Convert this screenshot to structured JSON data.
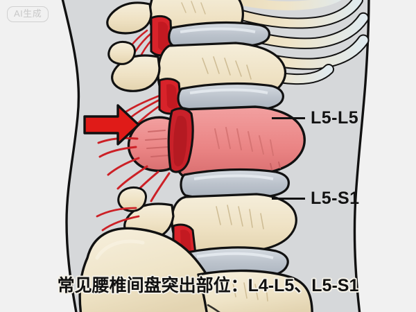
{
  "illustration": {
    "title_caption": "常见腰椎间盘突出部位：L4-L5、L5-S1",
    "subject": "lumbar-spine-disc-herniation-lateral-view",
    "watermark": "AI生成"
  },
  "labels": [
    {
      "id": "upper",
      "text": "L5-L5",
      "leader": "leader-line"
    },
    {
      "id": "lower",
      "text": "L5-S1",
      "leader": "leader-line"
    }
  ],
  "annotations": {
    "arrow": "red-arrow-pointing-right",
    "arrow_target": "herniated-disc"
  },
  "colors": {
    "background_outside_body": "#F1F1F1",
    "body_fill": "#D6D8DA",
    "body_outline": "#111111",
    "bone": "#EFE2C4",
    "bone_shadow": "#E2D2AE",
    "bone_light": "#F6EEDA",
    "cartilage_disc": "#B9C0C9",
    "cartilage_disc_light": "#D3D9DF",
    "herniated_disc": "#EE8A8A",
    "herniated_disc_dark": "#D96F70",
    "nerve_red": "#D8232A",
    "nerve_root": "#CC2026",
    "arrow_red": "#E01B18",
    "label_text": "#121212",
    "caption_text": "#111111",
    "caption_stroke": "#F4F1E8"
  },
  "structures": [
    {
      "name": "rib",
      "count": 6,
      "material": "bone-and-cartilage"
    },
    {
      "name": "vertebra",
      "count": 5,
      "material": "bone"
    },
    {
      "name": "intervertebral-disc-normal",
      "count": 4,
      "material": "cartilage"
    },
    {
      "name": "herniated-disc",
      "count": 1,
      "material": "disc-bulge"
    },
    {
      "name": "spinal-canal-segment",
      "count": 4,
      "material": "nerve-red"
    },
    {
      "name": "nerve-root",
      "count": 8,
      "material": "nerve-red"
    },
    {
      "name": "sacrum-pelvis",
      "count": 1,
      "material": "bone"
    }
  ]
}
